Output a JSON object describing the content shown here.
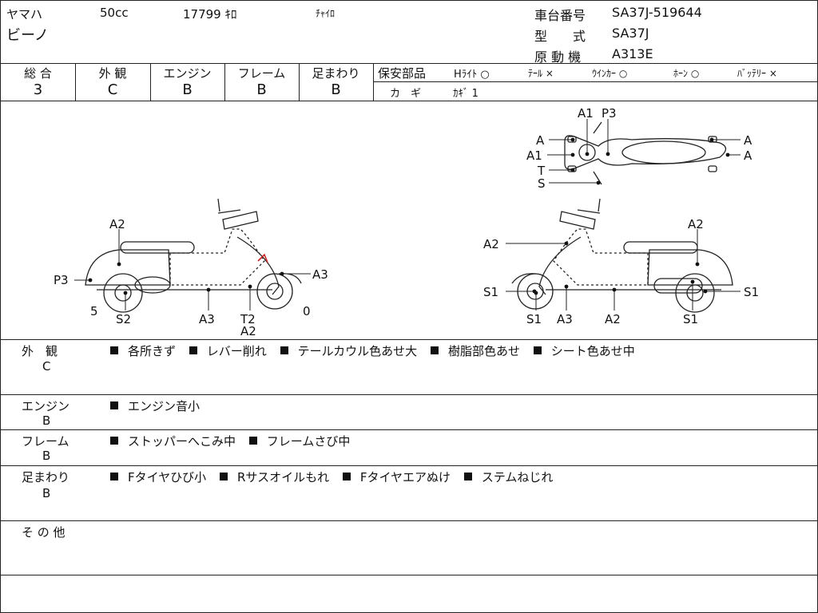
{
  "header": {
    "maker": "ヤマハ",
    "cc": "50cc",
    "mileage": "17799 ｷﾛ",
    "color": "ﾁｬｲﾛ",
    "model_name": "ビーノ",
    "frame_no_label": "車台番号",
    "frame_no": "SA37J-519644",
    "type_label": "型　　式",
    "type_value": "SA37J",
    "engine_label": "原 動 機",
    "engine_value": "A313E"
  },
  "grades": [
    {
      "label": "総 合",
      "value": "3"
    },
    {
      "label": "外 観",
      "value": "C"
    },
    {
      "label": "エンジン",
      "value": "B"
    },
    {
      "label": "フレーム",
      "value": "B"
    },
    {
      "label": "足まわり",
      "value": "B"
    }
  ],
  "safety": {
    "label": "保安部品",
    "items": [
      "Hﾗｲﾄ ○",
      "ﾃｰﾙ ×",
      "ｳｲﾝｶｰ ○",
      "ﾎｰﾝ ○",
      "ﾊﾞｯﾃﾘｰ ×"
    ],
    "key_label": "カ　ギ",
    "key_value": "ｶｷﾞ 1"
  },
  "diagram_labels": {
    "top": [
      "A1",
      "P3",
      "A",
      "A1",
      "T",
      "S",
      "A",
      "A"
    ],
    "left": [
      "A2",
      "P3",
      "5",
      "S2",
      "A3",
      "T2",
      "A2",
      "A3",
      "0"
    ],
    "right": [
      "A2",
      "A2",
      "S1",
      "S1",
      "A3",
      "A2",
      "S1",
      "S1"
    ]
  },
  "sections": [
    {
      "name": "外　観",
      "grade": "C",
      "remarks": [
        "各所きず",
        "レバー削れ",
        "テールカウル色あせ大",
        "樹脂部色あせ",
        "シート色あせ中"
      ]
    },
    {
      "name": "エンジン",
      "grade": "B",
      "remarks": [
        "エンジン音小"
      ]
    },
    {
      "name": "フレーム",
      "grade": "B",
      "remarks": [
        "ストッパーへこみ中",
        "フレームさび中"
      ]
    },
    {
      "name": "足まわり",
      "grade": "B",
      "remarks": [
        "Fタイヤひび小",
        "Rサスオイルもれ",
        "Fタイヤエアぬけ",
        "ステムねじれ"
      ]
    },
    {
      "name": "そ の 他",
      "grade": "",
      "remarks": []
    }
  ]
}
